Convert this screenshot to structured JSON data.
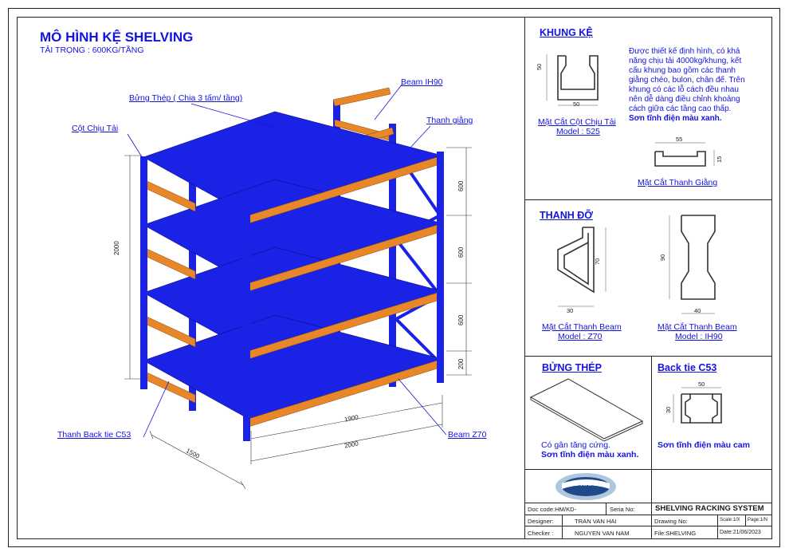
{
  "title": "MÔ HÌNH KỆ SHELVING",
  "subtitle": "TẢI TRỌNG : 600KG/TẦNG",
  "callouts": {
    "bung_thep": "Bửng Thép ( Chia 3 tấm/ tầng)",
    "beam_ih90": "Beam IH90",
    "cot_chiu_tai": "Cột Chịu Tải",
    "thanh_giang": "Thanh giằng",
    "thanh_back_tie": "Thanh Back tie C53",
    "beam_z70": "Beam Z70"
  },
  "dimensions": {
    "height": "2000",
    "tier1": "600",
    "tier2": "600",
    "tier3": "600",
    "base": "200",
    "inner_width": "1900",
    "outer_width": "2000",
    "depth": "1500"
  },
  "khung_ke": {
    "heading": "KHUNG KỆ",
    "description": [
      "Được thiết kế định hình, có khả",
      "năng chịu tải 4000kg/khung, kết",
      "cấu khung bao gồm các thanh",
      "giằng chéo, bulon, chân đế. Trên",
      "khung có các lỗ cách đều nhau",
      "nên dễ dàng điều chỉnh khoảng",
      "cách giữa các tầng cao thấp."
    ],
    "paint": "Sơn tĩnh điện màu xanh.",
    "column_caption": "Mặt Cắt Cột Chịu Tải",
    "column_model": "Model : 525",
    "column_dim_h": "50",
    "column_dim_w": "50",
    "brace_caption": "Mặt Cắt Thanh Giằng",
    "brace_dim_w": "55",
    "brace_dim_h": "15"
  },
  "thanh_do": {
    "heading": "THANH ĐỠ",
    "z70_caption": "Mặt Cắt Thanh Beam",
    "z70_model": "Model : Z70",
    "z70_dim_h": "70",
    "z70_dim_w": "30",
    "ih90_caption": "Mặt Cắt Thanh Beam",
    "ih90_model": "Model : IH90",
    "ih90_dim_h": "90",
    "ih90_dim_w": "40"
  },
  "bung_thep": {
    "heading": "BỬNG THÉP",
    "note": "Có gân tăng cứng.",
    "paint": "Sơn tĩnh điện màu xanh."
  },
  "back_tie": {
    "heading": "Back tie C53",
    "dim_w": "50",
    "dim_h": "30",
    "paint": "Sơn tĩnh điện màu cam"
  },
  "logo_text": "CƠ KHÍ 3S",
  "title_block": {
    "doc_code": "Doc code:HM/KD-",
    "seria": "Seria No:",
    "system": "SHELVING RACKING SYSTEM",
    "designer_label": "Designer:",
    "designer": "TRAN VAN HAI",
    "drawing_no": "Drawing No:",
    "scale": "Scale:1/X",
    "page": "Page:1/N",
    "checker_label": "Checker :",
    "checker": "NGUYEN VAN NAM",
    "file": "File:SHELVING",
    "date": "Date:21/06/2023"
  },
  "colors": {
    "frame_blue": "#1a22e6",
    "beam_orange": "#e8862a",
    "label_blue": "#1414e0"
  }
}
